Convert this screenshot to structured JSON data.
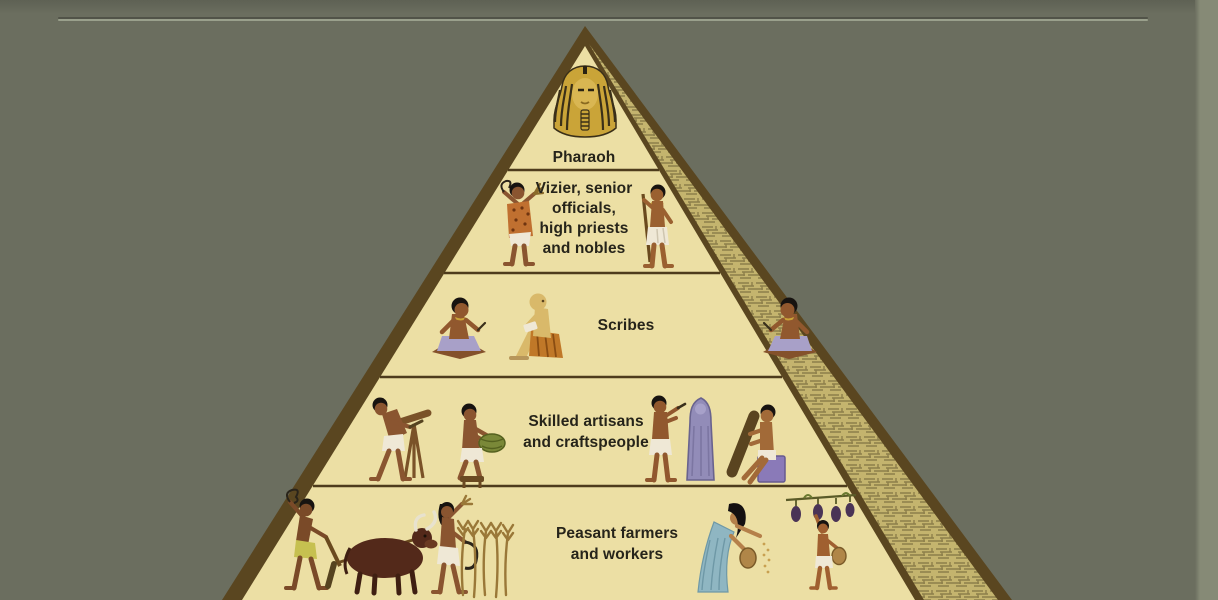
{
  "scene": {
    "background_color": "#6b6e5f",
    "right_edge_color": "#868a76",
    "top_line_color": "#9aa08c"
  },
  "pyramid": {
    "face_color": "#ecdfa4",
    "border_color": "#5a4620",
    "side_color": "#c4b46e",
    "side_pattern_color": "#8d7f4a",
    "label_color": "#26241a",
    "tiers": [
      {
        "label": "Pharaoh",
        "figures": [
          "pharaoh-gold-mask"
        ]
      },
      {
        "label": "Vizier, senior\nofficials,\nhigh priests\nand nobles",
        "figures": [
          "priest-with-crook-and-flail",
          "noble-with-staff"
        ]
      },
      {
        "label": "Scribes",
        "figures": [
          "seated-scribe",
          "bald-scribe-writing",
          "seated-scribe"
        ]
      },
      {
        "label": "Skilled artisans\nand craftspeople",
        "figures": [
          "carpenter-sawing",
          "basket-weaver",
          "sculptor-carving-statue",
          "stone-polisher"
        ]
      },
      {
        "label": "Peasant farmers\nand workers",
        "figures": [
          "plowman-with-whip",
          "ox-drawn-plow",
          "harvester-with-sickle",
          "wheat-stalks",
          "woman-sowing-seeds",
          "boy-picking-grapes"
        ]
      }
    ]
  }
}
